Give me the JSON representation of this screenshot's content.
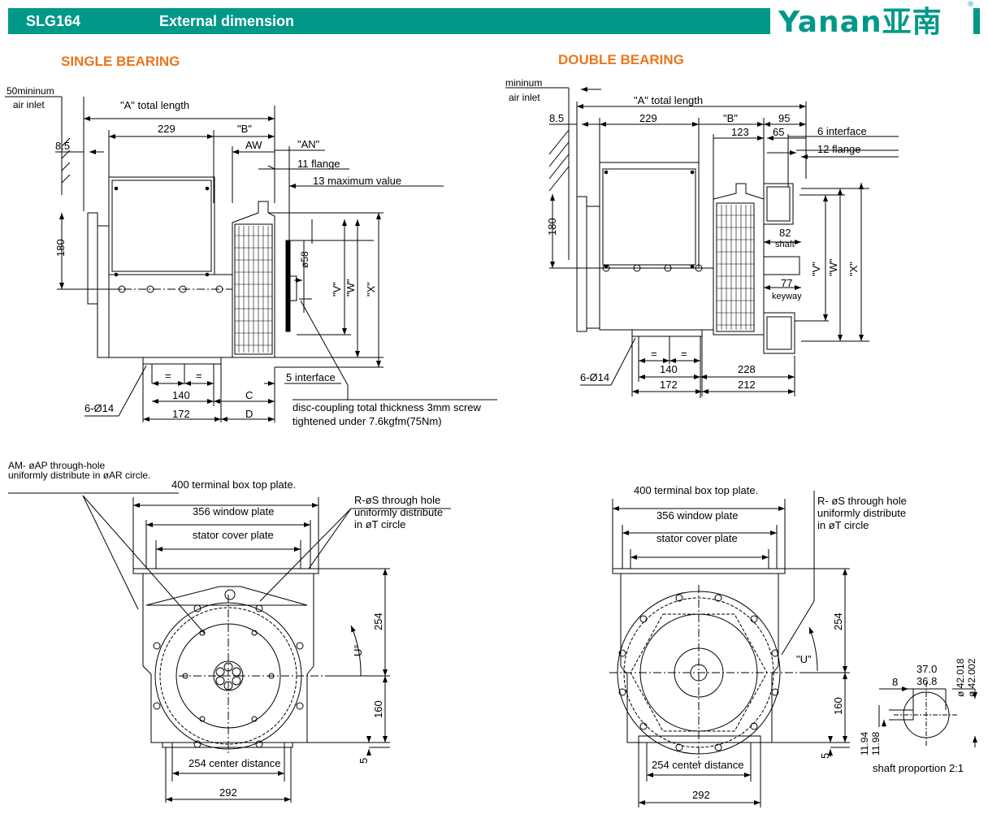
{
  "header": {
    "model": "SLG164",
    "title": "External dimension",
    "logo_text": "Yanan亚南",
    "registered_mark": "®"
  },
  "colors": {
    "header_bg": "#009889",
    "section_title": "#e8761d",
    "line": "#000000"
  },
  "single_bearing": {
    "title": "SINGLE BEARING",
    "air_inlet_1": "50mininum",
    "air_inlet_2": "air inlet",
    "a_total": "\"A\" total length",
    "dim_229": "229",
    "dim_b": "\"B\"",
    "dim_aw": "AW",
    "dim_an": "\"AN\"",
    "flange_11": "11 flange",
    "max_13": "13 maximum value",
    "dim_8_5": "8.5",
    "dim_180": "180",
    "dim_58": "ø58",
    "dim_v": "\"V\"",
    "dim_w": "\"W\"",
    "dim_x": "\"X\"",
    "interface_5": "5 interface",
    "eq": "=",
    "dim_140": "140",
    "dim_172": "172",
    "dim_c": "C",
    "dim_d": "D",
    "holes": "6-Ø14",
    "coupling_1": "disc-coupling total thickness 3mm screw",
    "coupling_2": "tightened under 7.6kgfm(75Nm)"
  },
  "double_bearing": {
    "title": "DOUBLE BEARING",
    "air_inlet_1": "mininum",
    "air_inlet_2": "air inlet",
    "a_total": "\"A\" total length",
    "dim_8_5": "8.5",
    "dim_229": "229",
    "dim_b": "\"B\"",
    "dim_95": "95",
    "dim_123": "123",
    "dim_65": "65",
    "interface_6": "6  interface",
    "flange_12": "12  flange",
    "dim_180": "180",
    "dim_82": "82",
    "shaft": "shaft",
    "dim_77": "77",
    "keyway": "keyway",
    "dim_v": "\"V\"",
    "dim_w": "\"W\"",
    "dim_x": "\"X\"",
    "eq": "=",
    "dim_140": "140",
    "dim_172": "172",
    "dim_228": "228",
    "dim_212": "212",
    "holes": "6-Ø14"
  },
  "end_view_left": {
    "am_note_1": "AM- øAP through-hole",
    "am_note_2": "uniformly distribute in  øAR circle.",
    "top_plate": "400 terminal box top plate.",
    "window_plate": "356 window plate",
    "stator_cover": "stator cover plate",
    "r_note_1": "R-øS through hole",
    "r_note_2": "uniformly distribute",
    "r_note_3": "in øT circle",
    "dim_254": "254",
    "dim_160": "160",
    "dim_5": "5",
    "angle_u": "U°",
    "center_dist": "254 center distance",
    "dim_292": "292"
  },
  "end_view_right": {
    "top_plate": "400 terminal box top plate.",
    "window_plate": "356 window plate",
    "stator_cover": "stator cover plate",
    "r_note_1": "R- øS through hole",
    "r_note_2": "uniformly distribute",
    "r_note_3": "in  øT circle",
    "dim_254": "254",
    "dim_160": "160",
    "dim_5": "5",
    "angle_u": "\"U\"",
    "center_dist": "254 center distance",
    "dim_292": "292"
  },
  "shaft_detail": {
    "dim_37_0": "37.0",
    "dim_36_8": "36.8",
    "dia_1": "ø 42.018",
    "dia_2": "ø 42.002",
    "dim_8": "8",
    "dim_11_94": "11.94",
    "dim_11_98": "11.98",
    "proportion": "shaft proportion 2:1"
  }
}
